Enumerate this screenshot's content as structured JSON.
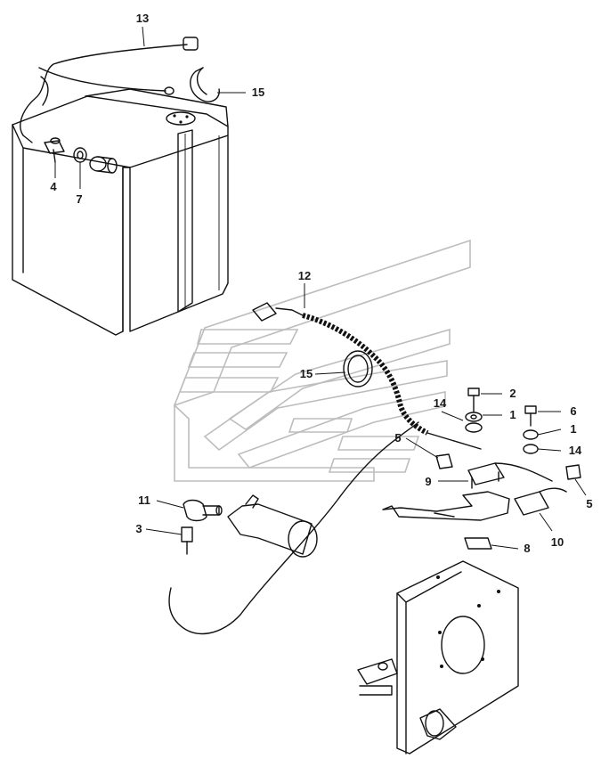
{
  "diagram": {
    "callouts": [
      {
        "id": "13",
        "label": "13"
      },
      {
        "id": "15a",
        "label": "15"
      },
      {
        "id": "4",
        "label": "4"
      },
      {
        "id": "7",
        "label": "7"
      },
      {
        "id": "12",
        "label": "12"
      },
      {
        "id": "15b",
        "label": "15"
      },
      {
        "id": "2",
        "label": "2"
      },
      {
        "id": "1a",
        "label": "1"
      },
      {
        "id": "6",
        "label": "6"
      },
      {
        "id": "14a",
        "label": "14"
      },
      {
        "id": "1b",
        "label": "1"
      },
      {
        "id": "5a",
        "label": "5"
      },
      {
        "id": "14b",
        "label": "14"
      },
      {
        "id": "9",
        "label": "9"
      },
      {
        "id": "5b",
        "label": "5"
      },
      {
        "id": "11",
        "label": "11"
      },
      {
        "id": "3",
        "label": "3"
      },
      {
        "id": "10",
        "label": "10"
      },
      {
        "id": "8",
        "label": "8"
      }
    ]
  }
}
